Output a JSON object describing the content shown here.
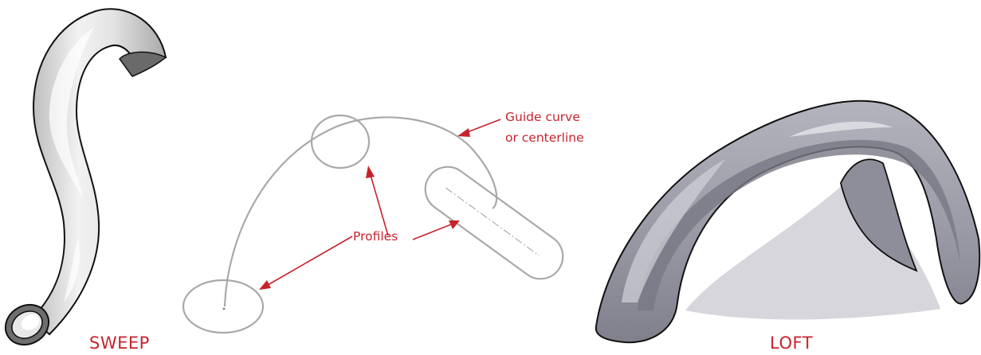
{
  "labels": {
    "sweep": "SWEEP",
    "loft": "LOFT",
    "guide_line1": "Guide curve",
    "guide_line2": "or centerline",
    "profiles": "Profiles"
  },
  "colors": {
    "label_red": "#c8232c",
    "construction_grey": "#a9a9a9",
    "sweep_body": "#dcdcdc",
    "loft_body": "#9a9aa6"
  }
}
